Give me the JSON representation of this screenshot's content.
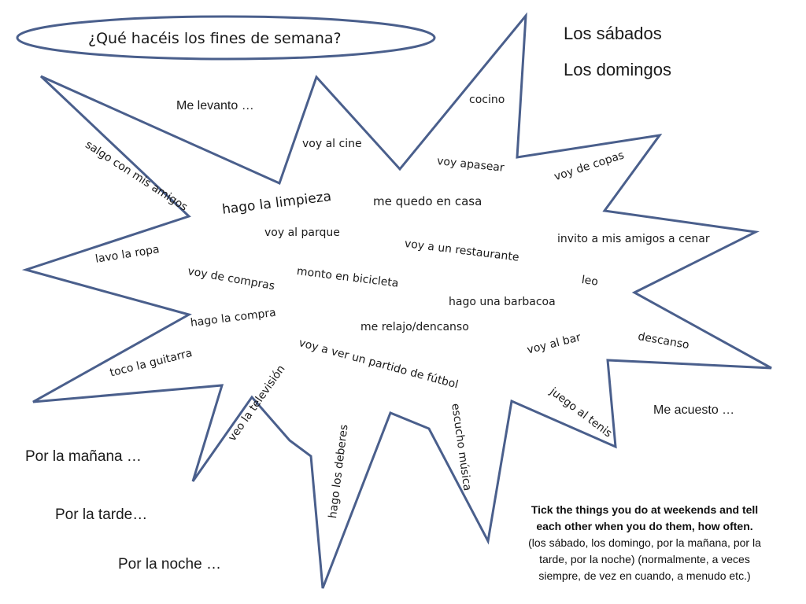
{
  "title": "¿Qué hacéis los fines de semana?",
  "days": [
    "Los sábados",
    "Los domingos"
  ],
  "time_phrases": {
    "morning": "Por la mañana …",
    "afternoon": "Por la tarde…",
    "night": "Por la noche …",
    "get_up": "Me levanto …",
    "go_to_bed": "Me acuesto …"
  },
  "activities": [
    "salgo con mis amigos",
    "voy al cine",
    "cocino",
    "voy apasear",
    "voy de copas",
    "hago la limpieza",
    "me quedo en casa",
    "voy al parque",
    "voy a un restaurante",
    "invito a mis amigos a cenar",
    "lavo la ropa",
    "voy de compras",
    "monto en bicicleta",
    "leo",
    "hago una barbacoa",
    "hago la compra",
    "me relajo/dencanso",
    "descanso",
    "voy al bar",
    "voy a ver un partido de fútbol",
    "toco la guitarra",
    "veo la televisión",
    "hago los deberes",
    "escucho música",
    "juego al tenis"
  ],
  "instructions": {
    "line1": "Tick the things you do at weekends and tell",
    "line2": "each other when you do them, how often.",
    "line3": "(los sábado, los domingo, por la mañana, por la",
    "line4": "tarde, por la noche) (normalmente, a veces",
    "line5": "siempre, de vez en cuando, a menudo etc.)"
  },
  "colors": {
    "outline": "#4a5f8c",
    "text": "#1a1a1a"
  }
}
